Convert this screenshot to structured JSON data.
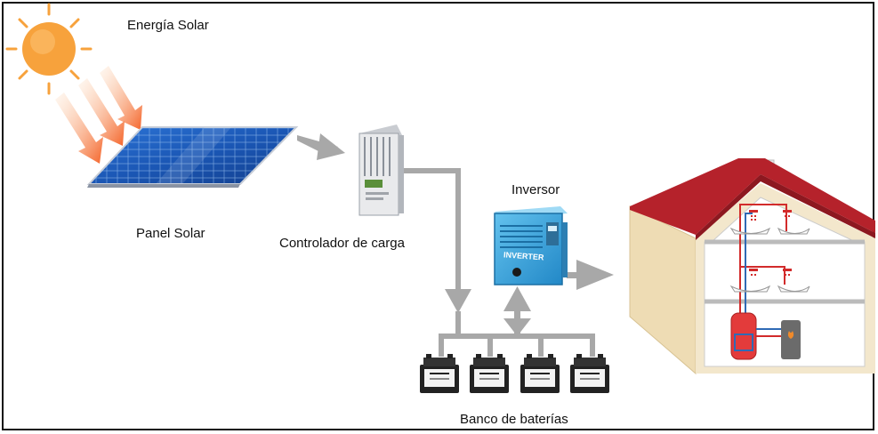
{
  "labels": {
    "sun": "Energía Solar",
    "panel": "Panel Solar",
    "controller": "Controlador de carga",
    "inverter": "Inversor",
    "batteries": "Banco de baterías"
  },
  "device_text": {
    "inverter_plate": "INVERTER"
  },
  "colors": {
    "sun": "#F7A23C",
    "rays": "#F4642A",
    "panel": "#1E5BB8",
    "flow": "#A8A8A8",
    "roof": "#B5222B",
    "wall": "#F1E3C2",
    "inverter": "#3EA9E0",
    "battery": "#222222"
  }
}
